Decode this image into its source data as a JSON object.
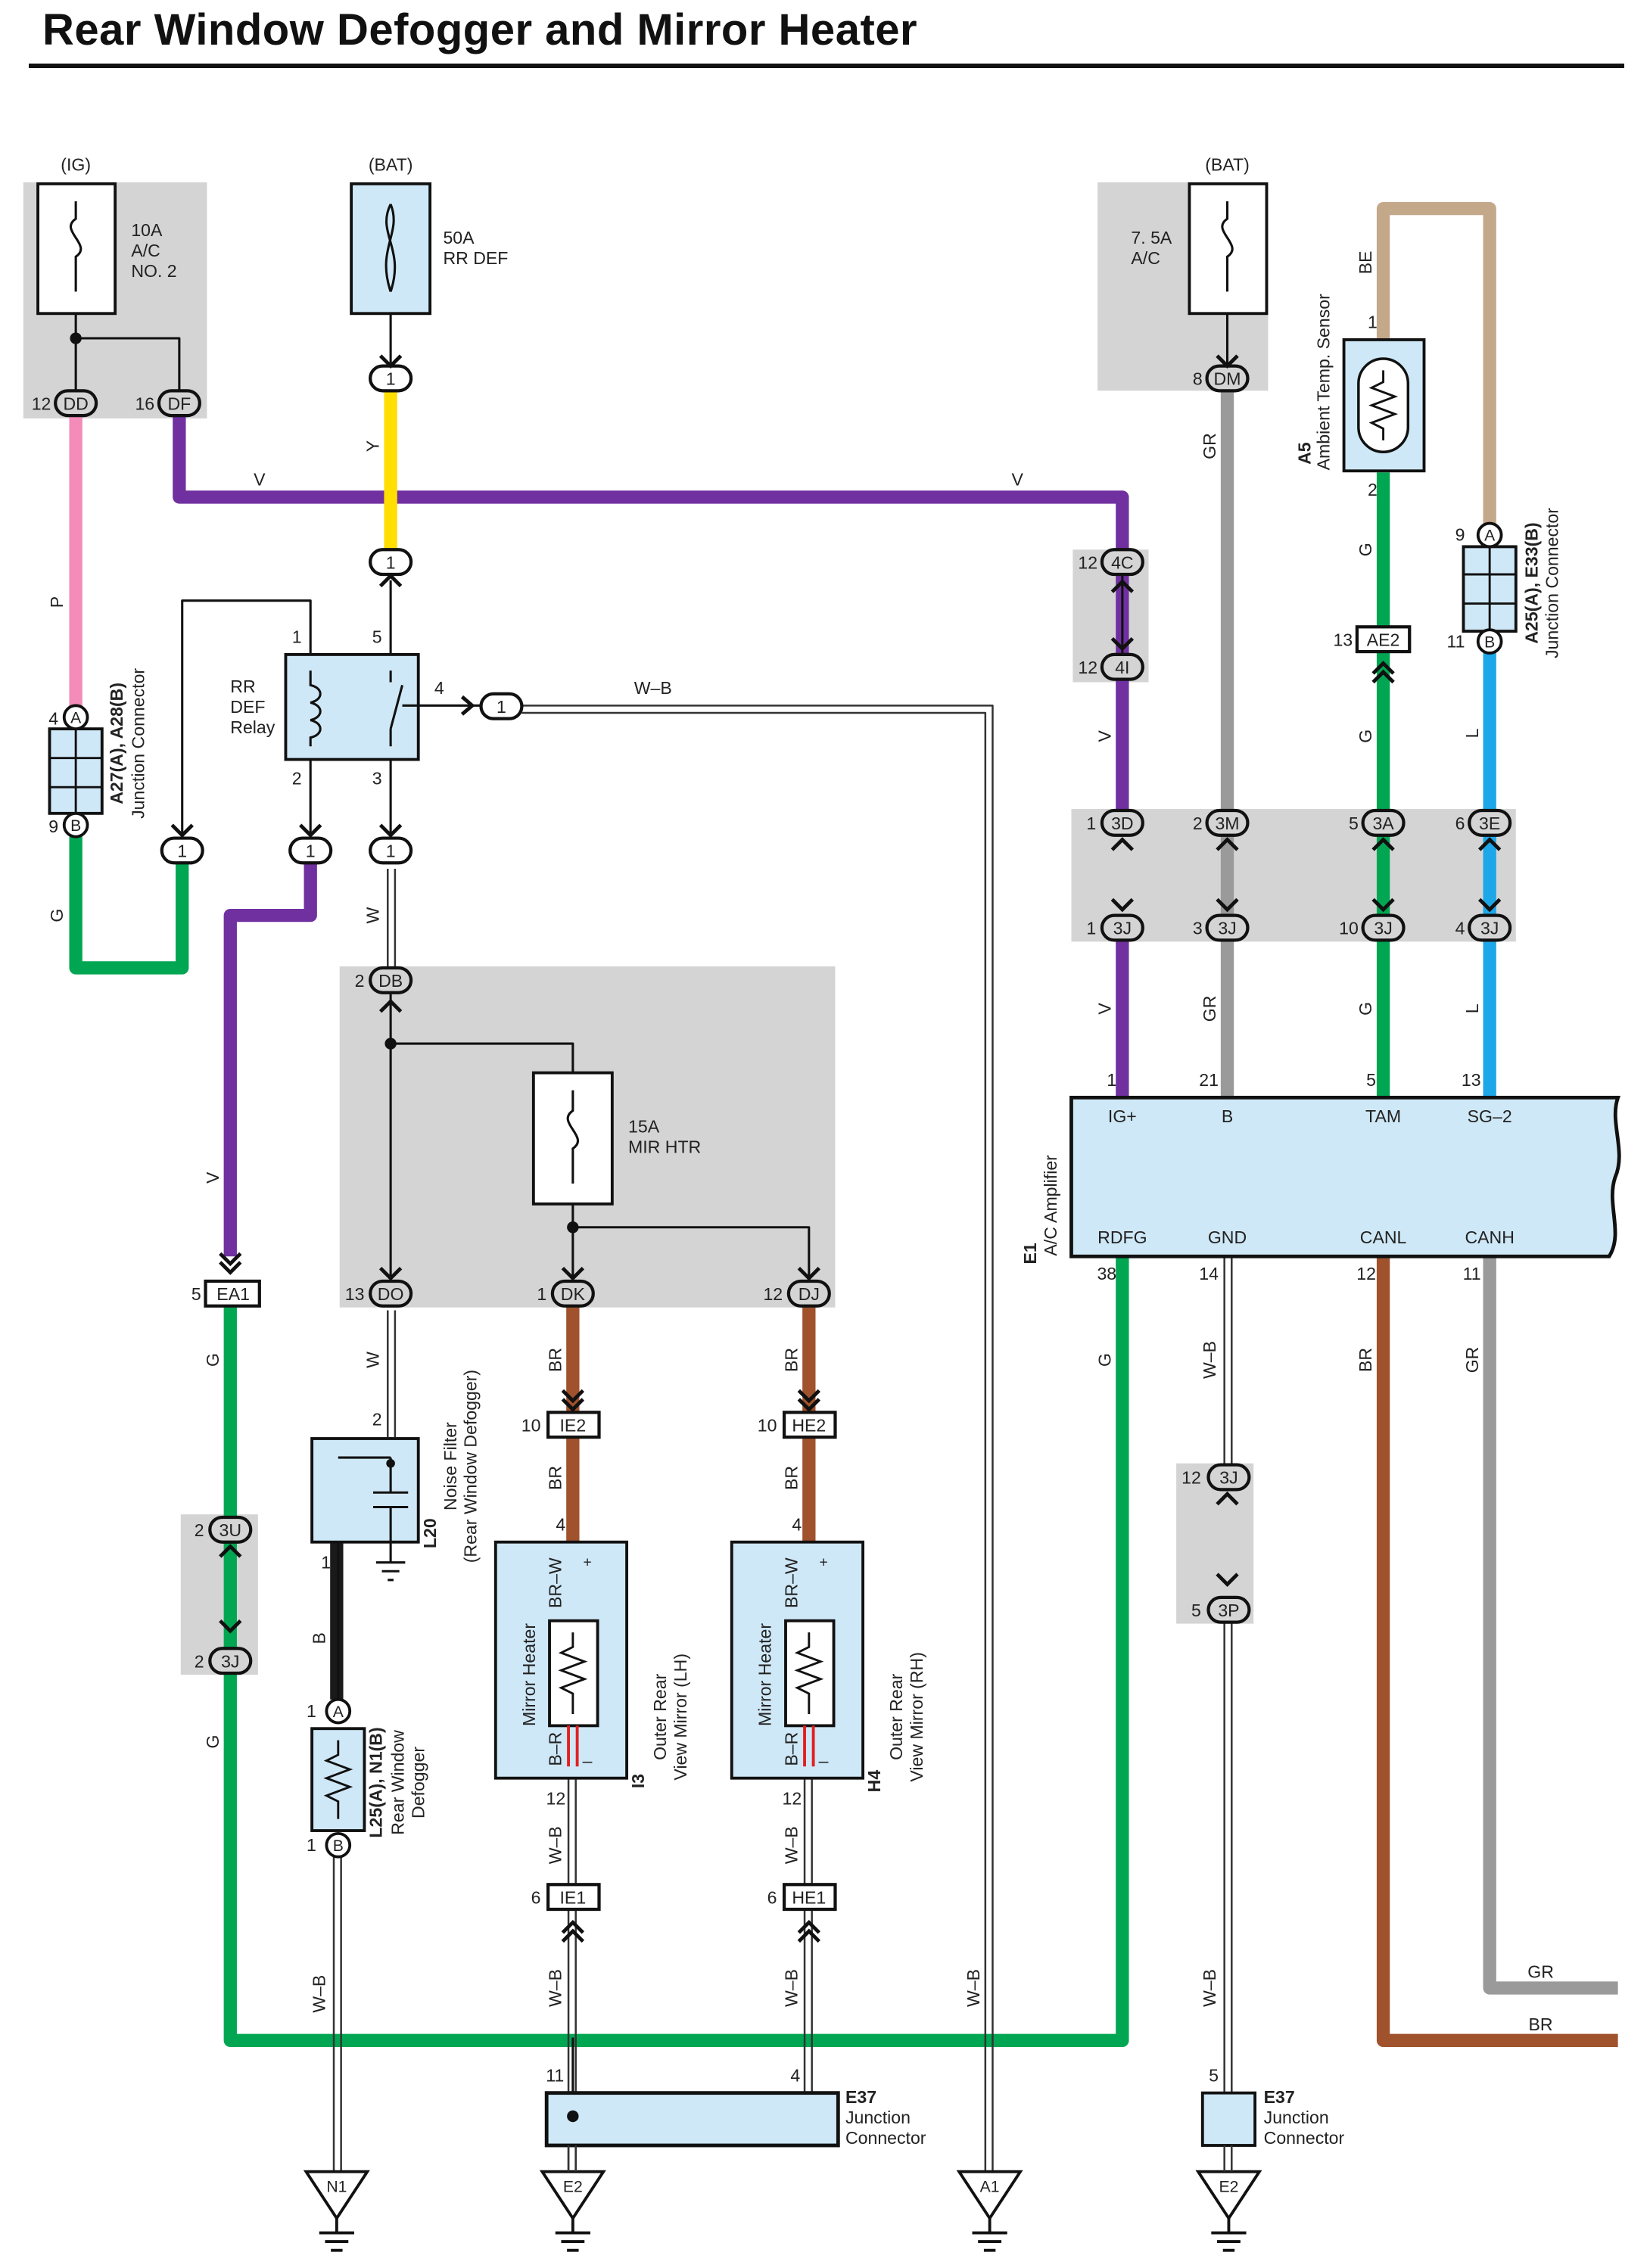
{
  "title": "Rear Window Defogger and Mirror Heater",
  "colors": {
    "pink": "#f38cb8",
    "violet": "#7030a0",
    "yellow": "#ffde00",
    "green": "#00a651",
    "gray": "#9a9a9a",
    "tan": "#c4a88a",
    "blue": "#1ea7e8",
    "brown": "#a0522d",
    "black": "#1a1a1a",
    "box": "#cfe8f7",
    "shade": "#d4d4d4",
    "red": "#e02020"
  },
  "sources": {
    "ig": "(IG)",
    "bat1": "(BAT)",
    "bat2": "(BAT)",
    "fuse_ac2_amp": "10A",
    "fuse_ac2_name1": "A/C",
    "fuse_ac2_name2": "NO. 2",
    "fuse_rrdef_amp": "50A",
    "fuse_rrdef_name": "RR DEF",
    "fuse_ac_amp": "7. 5A",
    "fuse_ac_name": "A/C",
    "fuse_mir_amp": "15A",
    "fuse_mir_name": "MIR HTR"
  },
  "components": {
    "relay": [
      "RR",
      "DEF",
      "Relay"
    ],
    "a27_id": "A27(A), A28(B)",
    "a27_name": "Junction Connector",
    "a5_id": "A5",
    "a5_name": "Ambient Temp.  Sensor",
    "a25_id": "A25(A), E33(B)",
    "a25_name": "Junction Connector",
    "e1_id": "E1",
    "e1_name": "A/C Amplifier",
    "e1_pins_top": [
      "IG+",
      "B",
      "TAM",
      "SG–2"
    ],
    "e1_pins_bottom": [
      "RDFG",
      "GND",
      "CANL",
      "CANH"
    ],
    "l20_id": "L20",
    "l20_name1": "Noise Filter",
    "l20_name2": "(Rear Window Defogger)",
    "l25_id": "L25(A), N1(B)",
    "l25_name1": "Rear Window",
    "l25_name2": "Defogger",
    "i3_id": "I3",
    "i3_name1": "Outer Rear",
    "i3_name2": "View Mirror (LH)",
    "h4_id": "H4",
    "h4_name1": "Outer Rear",
    "h4_name2": "View Mirror (RH)",
    "mirror_heater": "Mirror Heater",
    "e37_id": "E37",
    "e37_name1": "Junction",
    "e37_name2": "Connector",
    "plus": "+",
    "minus": "–"
  },
  "connectors": {
    "DD": "DD",
    "DF": "DF",
    "DM": "DM",
    "c1": "1",
    "A": "A",
    "B": "B",
    "c4C": "4C",
    "c4I": "4I",
    "c3D": "3D",
    "c3M": "3M",
    "c3A": "3A",
    "c3E": "3E",
    "c3J": "3J",
    "DB": "DB",
    "DO": "DO",
    "DK": "DK",
    "DJ": "DJ",
    "EA1": "EA1",
    "c3U": "3U",
    "IE2": "IE2",
    "HE2": "HE2",
    "IE1": "IE1",
    "HE1": "HE1",
    "AE2": "AE2",
    "c3P": "3P"
  },
  "pins": {
    "p1": "1",
    "p2": "2",
    "p3": "3",
    "p4": "4",
    "p5": "5",
    "p6": "6",
    "p8": "8",
    "p9": "9",
    "p10": "10",
    "p11": "11",
    "p12": "12",
    "p13": "13",
    "p14": "14",
    "p16": "16",
    "p21": "21",
    "p38": "38"
  },
  "wires": {
    "P": "P",
    "V": "V",
    "Y": "Y",
    "G": "G",
    "W": "W",
    "B": "B",
    "GR": "GR",
    "BE": "BE",
    "L": "L",
    "BR": "BR",
    "WB": "W–B",
    "BRW": "BR–W",
    "BR_": "B–R"
  },
  "grounds": {
    "N1": "N1",
    "E2": "E2",
    "A1": "A1"
  }
}
